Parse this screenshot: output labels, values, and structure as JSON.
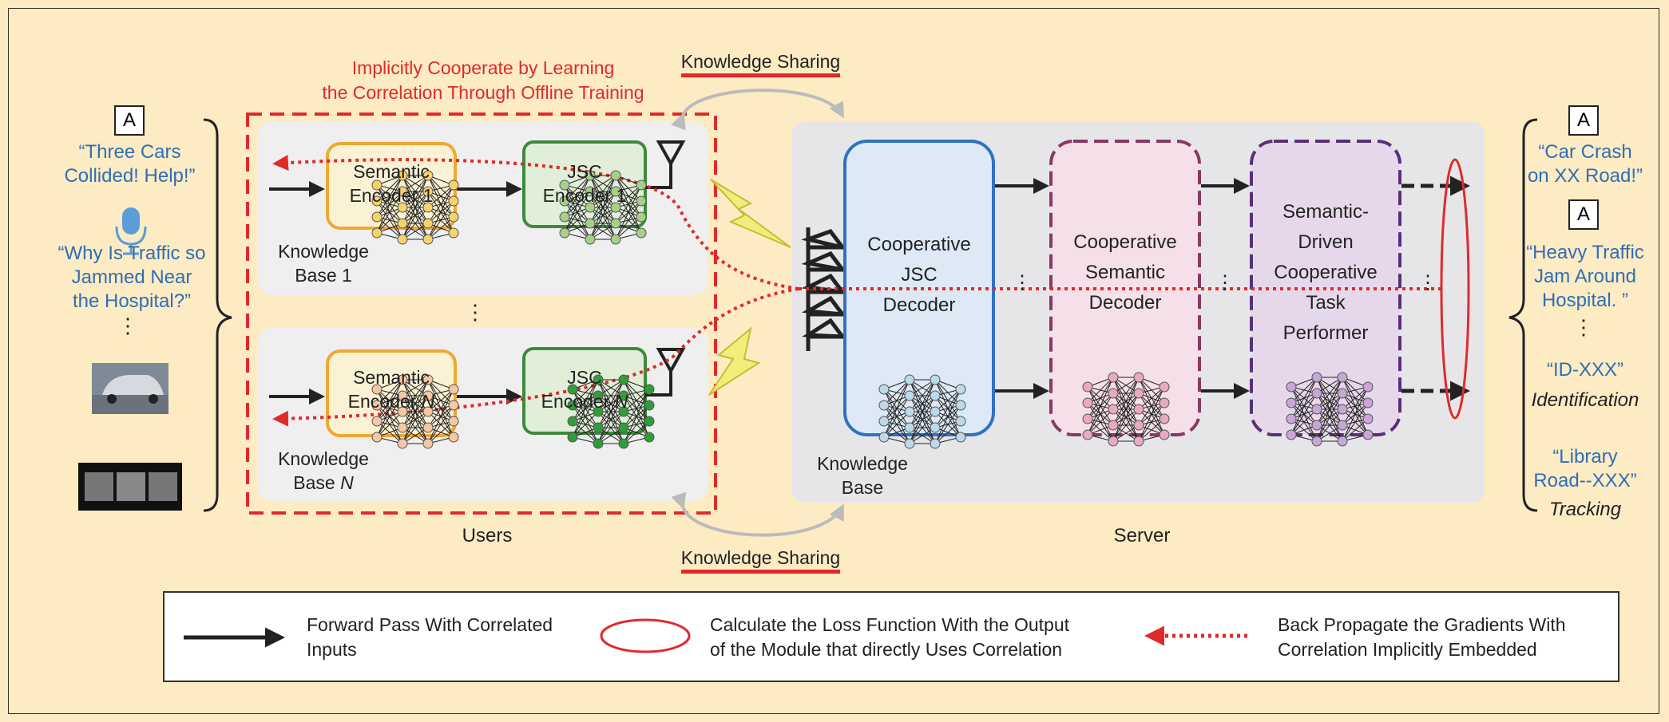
{
  "left_inputs": {
    "icon_letter": "A",
    "text1": [
      "“Three Cars",
      "Collided! Help!”"
    ],
    "text2": [
      "“Why Is Traffic so",
      "Jammed Near",
      "the Hospital?”"
    ],
    "vdots": "⋮"
  },
  "right_outputs": {
    "icon_letter": "A",
    "text1": [
      "“Car Crash",
      "on XX Road!”"
    ],
    "text2": [
      "“Heavy Traffic",
      "Jam Around",
      "Hospital. ”"
    ],
    "vdots": "⋮",
    "id_value": "“ID-XXX”",
    "id_label": "Identification",
    "track_value": [
      "“Library",
      "Road--XXX”"
    ],
    "track_label": "Tracking"
  },
  "top_caption": [
    "Implicitly Cooperate by Learning",
    "the Correlation Through Offline Training"
  ],
  "knowledge_sharing_top": "Knowledge Sharing",
  "knowledge_sharing_bottom": "Knowledge Sharing",
  "users_label": "Users",
  "server_label": "Server",
  "user1": {
    "sem_encoder": [
      "Semantic",
      "Encoder 1"
    ],
    "jsc_encoder": [
      "JSC",
      "Encoder 1"
    ],
    "kb": [
      "Knowledge",
      "Base 1"
    ]
  },
  "userN": {
    "sem_encoder": [
      "Semantic",
      "Encoder ",
      "N"
    ],
    "jsc_encoder": [
      "JSC",
      "Encoder ",
      "N"
    ],
    "kb": [
      "Knowledge",
      "Base ",
      "N"
    ]
  },
  "users_vdots": "⋮",
  "server": {
    "jsc_decoder": [
      "Cooperative",
      "JSC",
      "Decoder"
    ],
    "sem_decoder": [
      "Cooperative",
      "Semantic",
      "Decoder"
    ],
    "task": [
      "Semantic-",
      "Driven",
      "Cooperative",
      "Task",
      "Performer"
    ],
    "kb": [
      "Knowledge",
      "Base"
    ],
    "vdots": "⋮"
  },
  "legend": {
    "forward": [
      "Forward Pass With Correlated",
      "Inputs"
    ],
    "loss": [
      "Calculate the Loss Function With the Output",
      "of the Module that directly Uses Correlation"
    ],
    "backprop": [
      "Back Propagate the Gradients With",
      "Correlation Implicitly Embedded"
    ]
  },
  "colors": {
    "background": "#fdebc4",
    "red": "#e02a2a",
    "blue_text": "#2e6fb5",
    "sem_encoder_border": "#f0a830",
    "jsc_encoder_border": "#3d8a3d",
    "jsc_decoder_border": "#2f72c4",
    "sem_decoder_border": "#8a3866",
    "task_border": "#5a2f7a"
  }
}
